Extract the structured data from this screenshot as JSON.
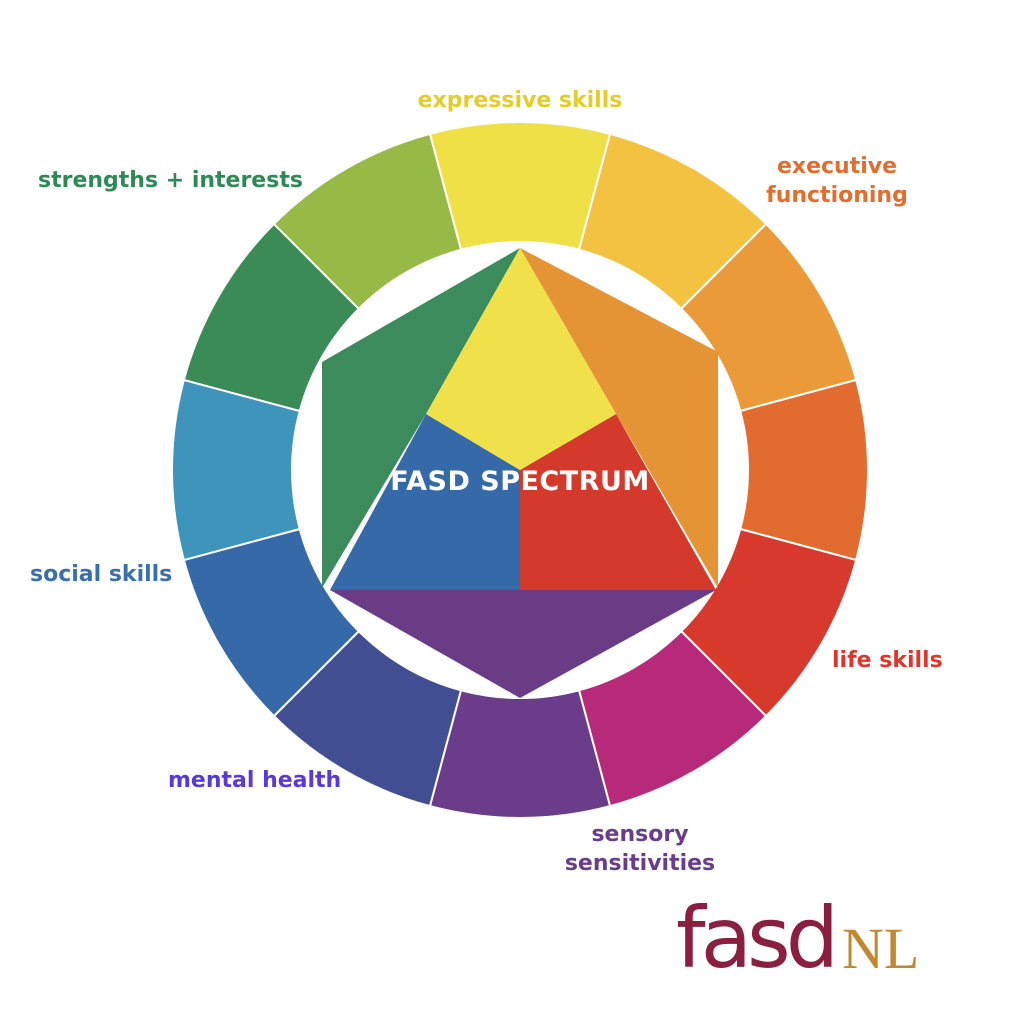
{
  "center_title": "FASD SPECTRUM",
  "labels": {
    "expressive_skills": "expressive skills",
    "strengths_interests": "strengths + interests",
    "executive_1": "executive",
    "executive_2": "functioning",
    "social_skills": "social skills",
    "life_skills": "life skills",
    "mental_health": "mental health",
    "sensory_1": "sensory",
    "sensory_2": "sensitivities"
  },
  "label_colors": {
    "expressive_skills": "#e4cc2a",
    "strengths_interests": "#2e8a55",
    "executive": "#e36d2c",
    "social_skills": "#3a6fae",
    "life_skills": "#e0352b",
    "mental_health": "#5a3ad6",
    "sensory": "#6a3d8c"
  },
  "ring_colors": [
    "#f0e048",
    "#f4c241",
    "#ea9a38",
    "#e26b2f",
    "#d73a2c",
    "#b72a7a",
    "#6a3c8a",
    "#424e92",
    "#3669a8",
    "#3f94bb",
    "#3b8b56",
    "#96ba45"
  ],
  "inner_colors": {
    "yellow": "#f0e04a",
    "orange": "#e59435",
    "green": "#3b8b5c",
    "blue": "#3669a8",
    "red": "#d43a2c",
    "purple": "#6a3c86"
  },
  "logo": {
    "fasd": "fasd",
    "nl": "NL"
  }
}
